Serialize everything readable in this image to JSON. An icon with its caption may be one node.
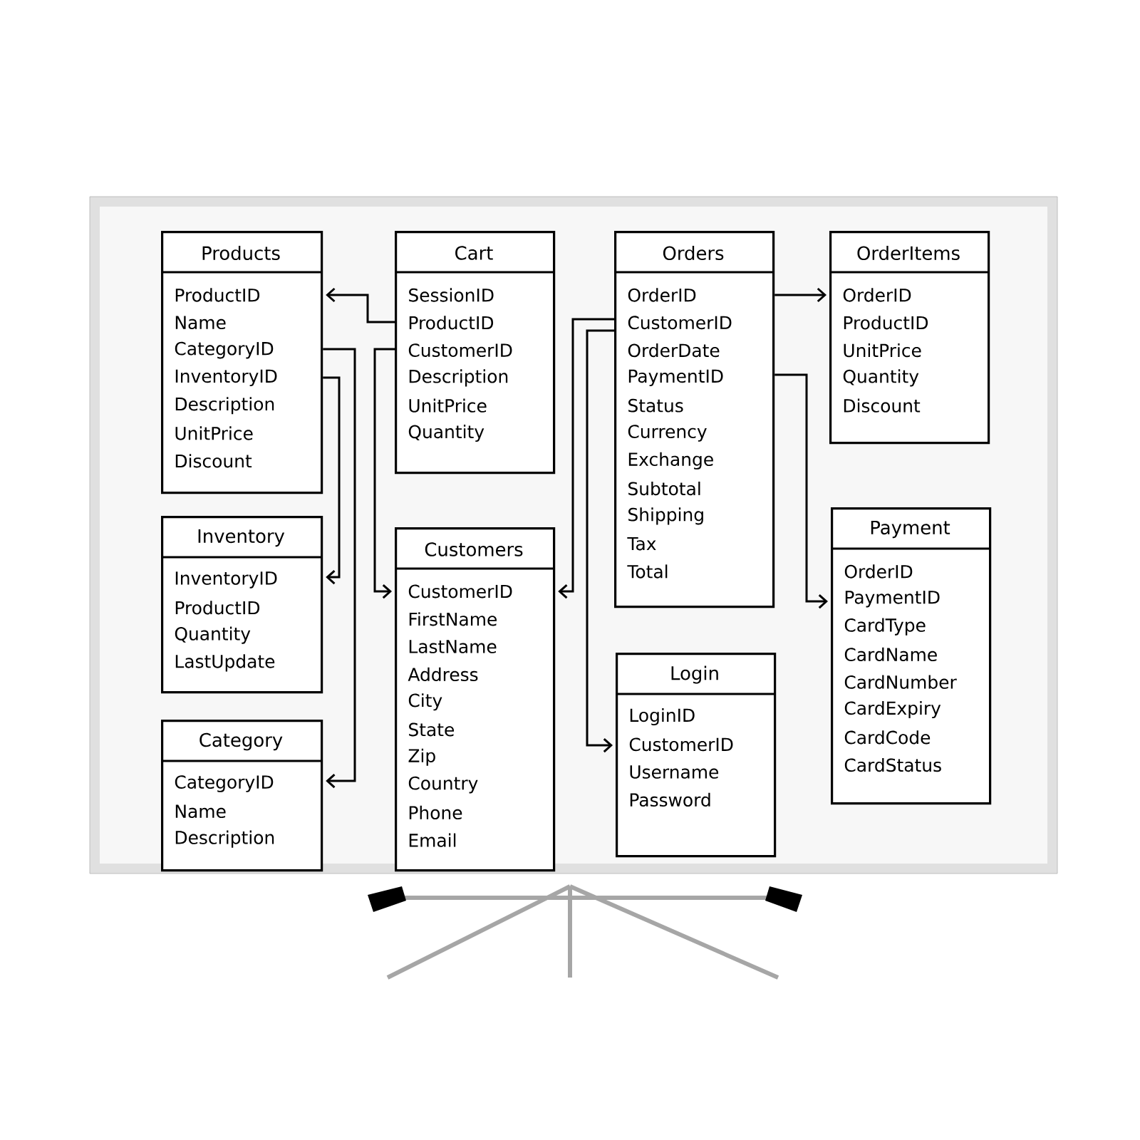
{
  "diagram": {
    "nodes": [
      {
        "text": [
          "Products",
          "ProductID",
          "Name",
          "CategoryID",
          "InventoryID",
          "Description",
          "UnitPrice",
          "Discount"
        ]
      },
      {
        "text": [
          "Cart",
          "SessionID",
          "ProductID",
          "CustomerID",
          "Description",
          "UnitPrice",
          "Quantity"
        ]
      },
      {
        "text": [
          "Orders",
          "OrderID",
          "CustomerID",
          "OrderDate",
          "PaymentID",
          "Status",
          "Currency",
          "Exchange",
          "Subtotal",
          "Shipping",
          "Tax",
          "Total"
        ]
      },
      {
        "text": [
          "OrderItems",
          "OrderID",
          "ProductID",
          "UnitPrice",
          "Quantity",
          "Discount"
        ]
      },
      {
        "text": [
          "Inventory",
          "InventoryID",
          "ProductID",
          "Quantity",
          "LastUpdate"
        ]
      },
      {
        "text": [
          "Customers",
          "CustomerID",
          "FirstName",
          "LastName",
          "Address",
          "City",
          "State",
          "Zip",
          "Country",
          "Phone",
          "Email"
        ]
      },
      {
        "text": [
          "Payment",
          "OrderID",
          "PaymentID",
          "CardType",
          "CardName",
          "CardNumber",
          "CardExpiry",
          "CardCode",
          "CardStatus"
        ]
      },
      {
        "text": [
          "Category",
          "CategoryID",
          "Name",
          "Description"
        ]
      },
      {
        "text": [
          "Login",
          "LoginID",
          "CustomerID",
          "Username",
          "Password"
        ]
      }
    ],
    "edges": [
      {
        "from": 1,
        "to": 0,
        "arrow": "to"
      },
      {
        "from": 0,
        "to": 7,
        "arrow": "to"
      },
      {
        "from": 0,
        "to": 4,
        "arrow": "to"
      },
      {
        "from": 1,
        "to": 5,
        "arrow": "to"
      },
      {
        "from": 2,
        "to": 3,
        "arrow": "to"
      },
      {
        "from": 2,
        "to": 5,
        "arrow": "to"
      },
      {
        "from": 2,
        "to": 8,
        "arrow": "to"
      },
      {
        "from": 2,
        "to": 6,
        "arrow": "to"
      }
    ]
  }
}
